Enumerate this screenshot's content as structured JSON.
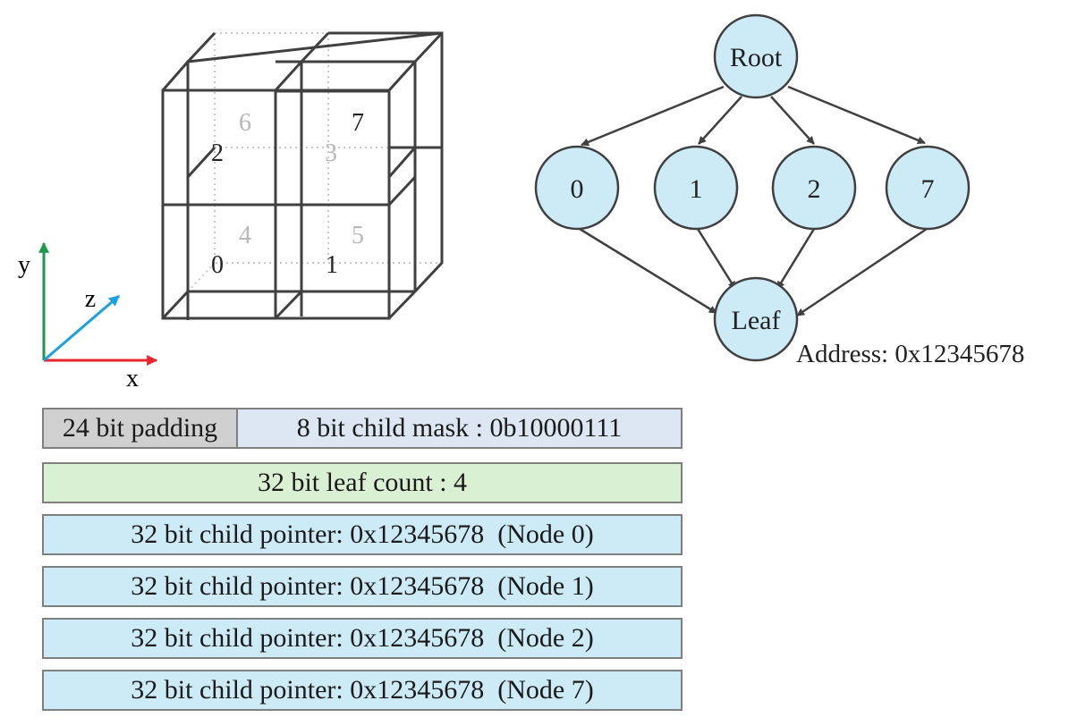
{
  "axes": {
    "x": "x",
    "y": "y",
    "z": "z"
  },
  "cube_labels": {
    "back": [
      "6",
      "7",
      "3",
      "4",
      "5"
    ],
    "front": [
      "2",
      "0",
      "1"
    ]
  },
  "tree": {
    "root": "Root",
    "children": [
      "0",
      "1",
      "2",
      "7"
    ],
    "leaf": "Leaf",
    "leaf_address": "Address: 0x12345678"
  },
  "layout_rows": {
    "padding": "24 bit padding",
    "child_mask": "8 bit child mask : 0b10000111",
    "leaf_count": "32 bit leaf count : 4",
    "pointers": [
      "32 bit child pointer: 0x12345678  (Node 0)",
      "32 bit child pointer: 0x12345678  (Node 1)",
      "32 bit child pointer: 0x12345678  (Node 2)",
      "32 bit child pointer: 0x12345678  (Node 7)"
    ]
  },
  "colors": {
    "node_fill": "#cdeaf7",
    "axis_x": "#e8262b",
    "axis_y": "#1a9a4a",
    "axis_z": "#1aa3e0"
  }
}
